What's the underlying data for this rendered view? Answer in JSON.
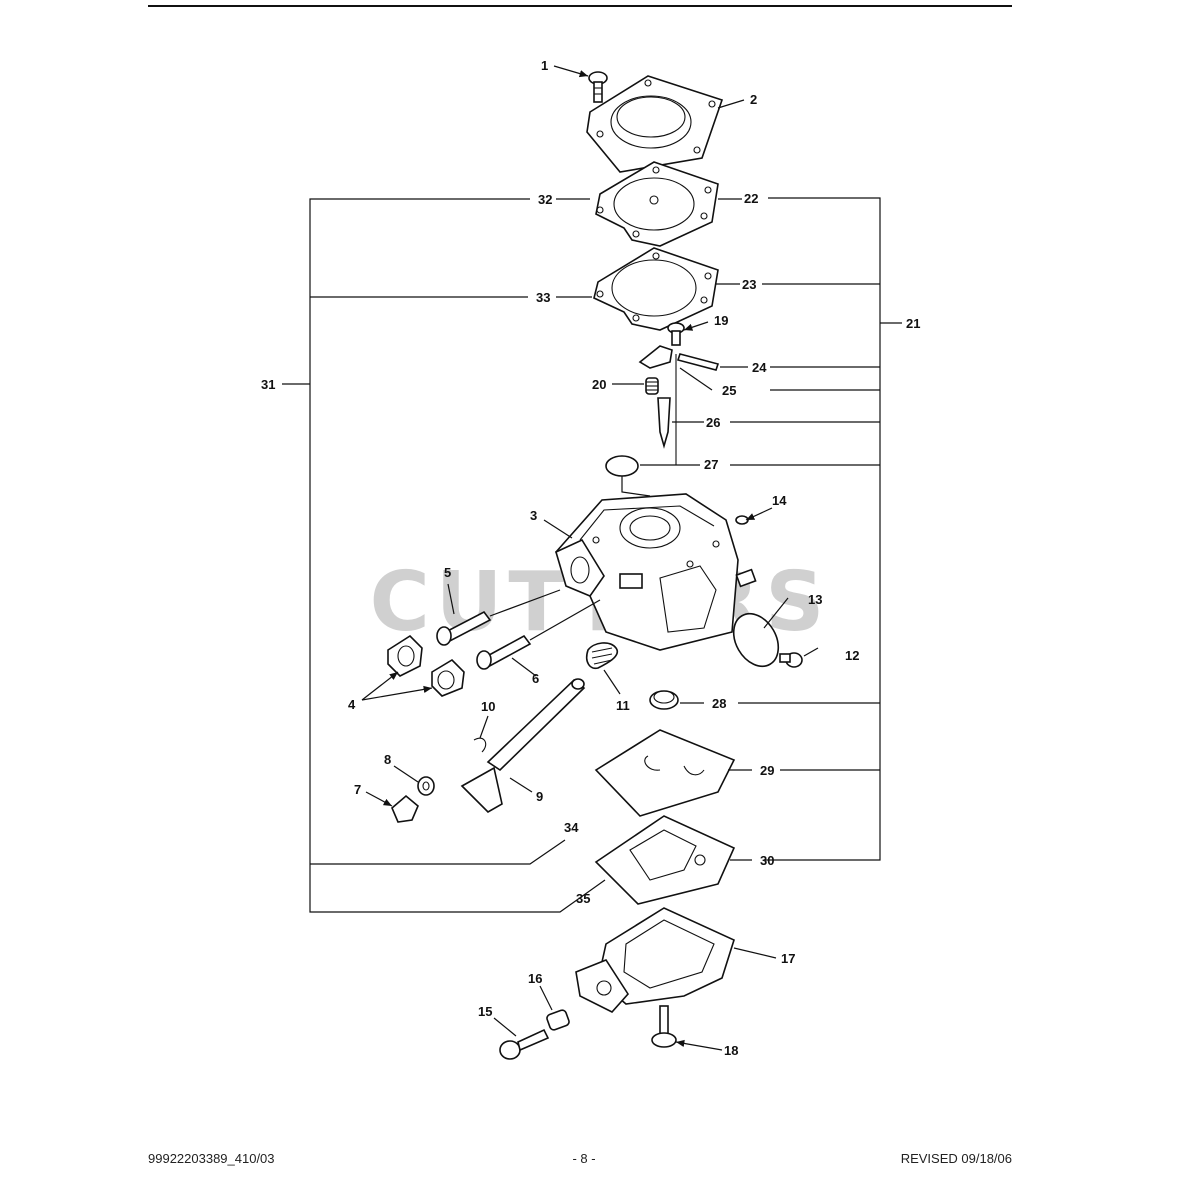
{
  "watermark": "CUTTERS",
  "footer": {
    "doc_number": "99922203389_410/03",
    "page": "- 8 -",
    "revised": "REVISED 09/18/06"
  },
  "callouts": [
    "1",
    "2",
    "3",
    "4",
    "5",
    "6",
    "7",
    "8",
    "9",
    "10",
    "11",
    "12",
    "13",
    "14",
    "15",
    "16",
    "17",
    "18",
    "19",
    "20",
    "21",
    "22",
    "23",
    "24",
    "25",
    "26",
    "27",
    "28",
    "29",
    "30",
    "31",
    "32",
    "33",
    "34",
    "35"
  ],
  "colors": {
    "ink": "#111111",
    "watermark": "#d0d0d0"
  }
}
